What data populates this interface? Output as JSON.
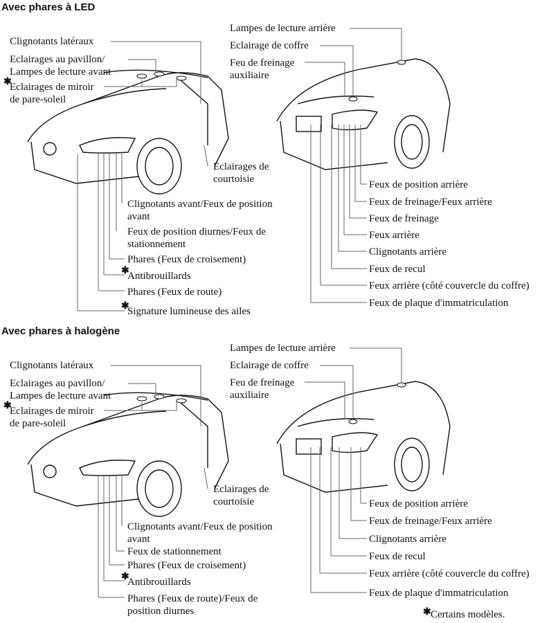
{
  "sections": [
    {
      "title": "Avec phares à LED",
      "front_labels": [
        {
          "text": "Clignotants latéraux",
          "star": false
        },
        {
          "text": "Eclairages au pavillon/\nLampes de lecture avant",
          "star": false
        },
        {
          "text": "Eclairages de miroir\nde pare-soleil",
          "star": true
        },
        {
          "text": "Eclairages de\ncourtoisie",
          "star": false
        },
        {
          "text": "Clignotants avant/Feux de position\navant",
          "star": false
        },
        {
          "text": "Feux de position diurnes/Feux de\nstationnement",
          "star": false
        },
        {
          "text": "Phares (Feux de croisement)",
          "star": false
        },
        {
          "text": "Antibrouillards",
          "star": true
        },
        {
          "text": "Phares (Feux de route)",
          "star": false
        },
        {
          "text": "Signature lumineuse des ailes",
          "star": true
        }
      ],
      "rear_labels": [
        {
          "text": "Lampes de lecture arrière"
        },
        {
          "text": "Eclairage de coffre"
        },
        {
          "text": "Feu de freinage\nauxiliaire"
        },
        {
          "text": "Feux de position arrière"
        },
        {
          "text": "Feux de freinage/Feux arrière"
        },
        {
          "text": "Feux de freinage"
        },
        {
          "text": "Feux arrière"
        },
        {
          "text": "Clignotants arrière"
        },
        {
          "text": "Feux de recul"
        },
        {
          "text": "Feux arrière (côté couvercle du coffre)"
        },
        {
          "text": "Feux de plaque d'immatriculation"
        }
      ]
    },
    {
      "title": "Avec phares à halogène",
      "front_labels": [
        {
          "text": "Clignotants latéraux",
          "star": false
        },
        {
          "text": "Eclairages au pavillon/\nLampes de lecture avant",
          "star": false
        },
        {
          "text": "Eclairages de miroir\nde pare-soleil",
          "star": true
        },
        {
          "text": "Eclairages de\ncourtoisie",
          "star": false
        },
        {
          "text": "Clignotants avant/Feux de position\navant",
          "star": false
        },
        {
          "text": "Feux de stationnement",
          "star": false
        },
        {
          "text": "Phares (Feux de croisement)",
          "star": false
        },
        {
          "text": "Antibrouillards",
          "star": true
        },
        {
          "text": "Phares (Feux de route)/Feux de\nposition diurnes",
          "star": false
        }
      ],
      "rear_labels": [
        {
          "text": "Lampes de lecture arrière"
        },
        {
          "text": "Eclairage de coffre"
        },
        {
          "text": "Feu de freinage\nauxiliaire"
        },
        {
          "text": "Feux de position arrière"
        },
        {
          "text": "Feux de freinage/Feux arrière"
        },
        {
          "text": "Clignotants arrière"
        },
        {
          "text": "Feux de recul"
        },
        {
          "text": "Feux arrière (côté couvercle du coffre)"
        },
        {
          "text": "Feux de plaque d'immatriculation"
        }
      ]
    }
  ],
  "footnote": {
    "star": "✱",
    "text": "Certains modèles."
  }
}
